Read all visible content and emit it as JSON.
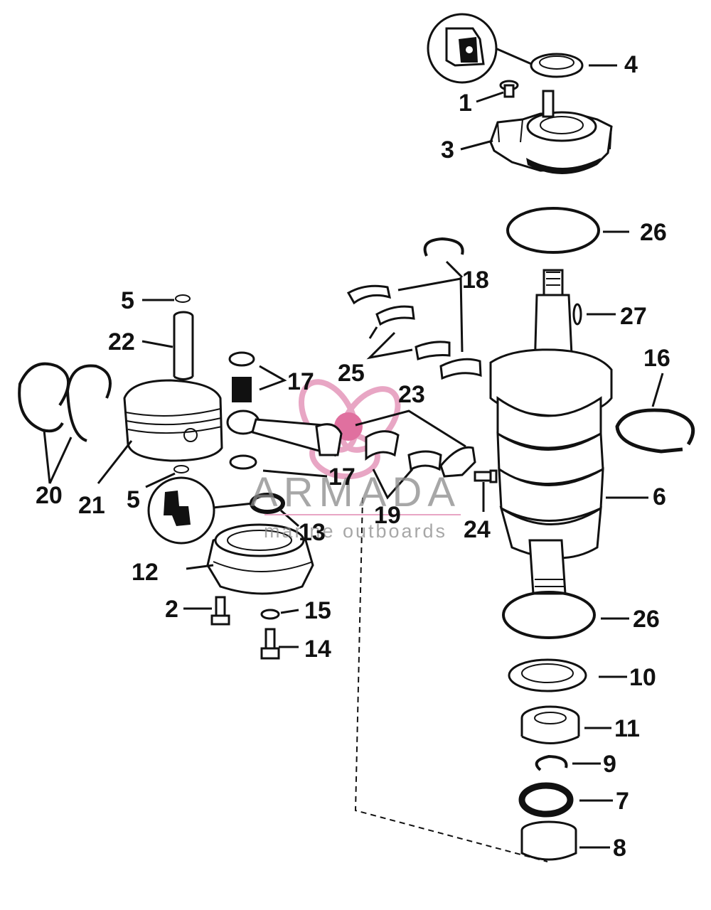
{
  "labels": {
    "l1": "1",
    "l2": "2",
    "l3": "3",
    "l4": "4",
    "l5a": "5",
    "l5b": "5",
    "l6": "6",
    "l7": "7",
    "l8": "8",
    "l9": "9",
    "l10": "10",
    "l11": "11",
    "l12": "12",
    "l13": "13",
    "l14": "14",
    "l15": "15",
    "l16": "16",
    "l17a": "17",
    "l17b": "17",
    "l18": "18",
    "l19": "19",
    "l20": "20",
    "l21": "21",
    "l22": "22",
    "l23": "23",
    "l24": "24",
    "l25": "25",
    "l26a": "26",
    "l26b": "26",
    "l27": "27"
  },
  "watermark": {
    "title": "ARMADA",
    "subtitle": "marine outboards",
    "logo_color": "#e8a6c4",
    "logo_center_color": "#e0709f",
    "text_color": "#8a8a8a"
  },
  "icons": {
    "watermark_logo": "propeller-icon",
    "detail_a": "seal-detail-icon",
    "detail_b": "seal-lip-detail-icon"
  }
}
